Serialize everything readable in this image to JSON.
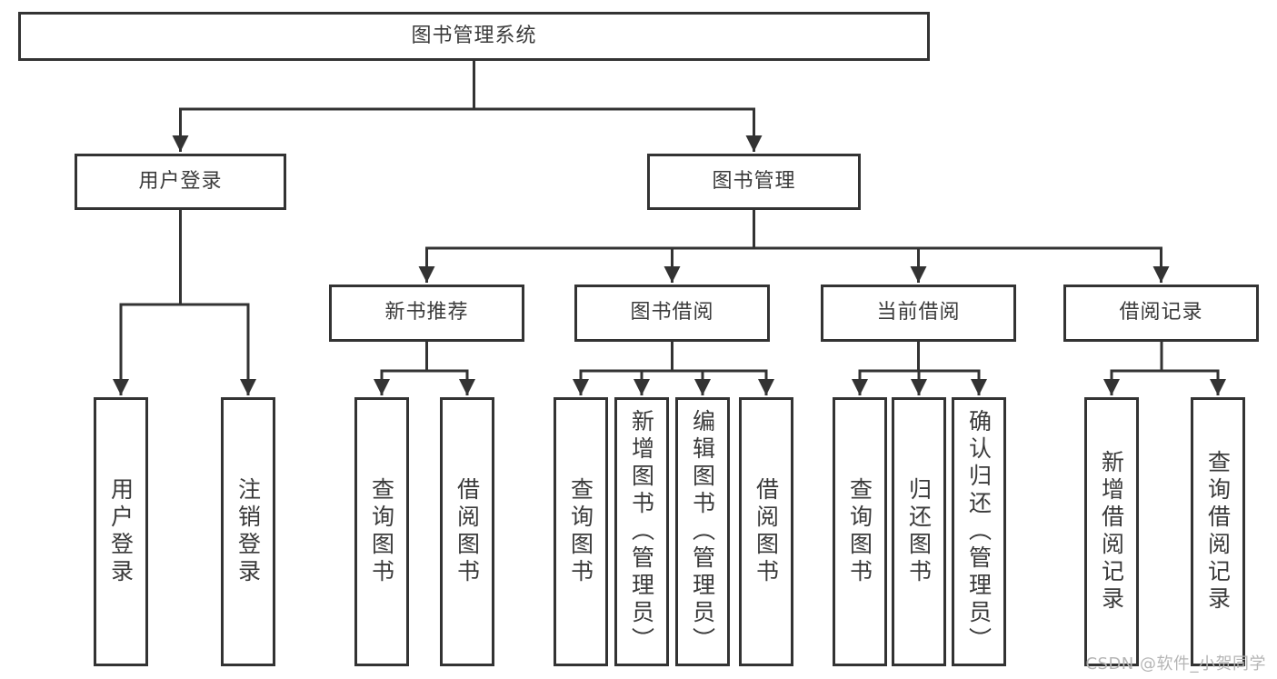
{
  "colors": {
    "line": "#333333",
    "box_border": "#333333",
    "text": "#3a3a3a",
    "watermark": "#b5b5b5",
    "background": "#ffffff"
  },
  "watermark": "CSDN @软件_小贺同学",
  "tree": {
    "label": "图书管理系统",
    "children": [
      {
        "label": "用户登录",
        "children": [
          {
            "label": "用户登录"
          },
          {
            "label": "注销登录"
          }
        ]
      },
      {
        "label": "图书管理",
        "children": [
          {
            "label": "新书推荐",
            "children": [
              {
                "label": "查询图书"
              },
              {
                "label": "借阅图书"
              }
            ]
          },
          {
            "label": "图书借阅",
            "children": [
              {
                "label": "查询图书"
              },
              {
                "label": "新增图书（管理员）"
              },
              {
                "label": "编辑图书（管理员）"
              },
              {
                "label": "借阅图书"
              }
            ]
          },
          {
            "label": "当前借阅",
            "children": [
              {
                "label": "查询图书"
              },
              {
                "label": "归还图书"
              },
              {
                "label": "确认归还（管理员）"
              }
            ]
          },
          {
            "label": "借阅记录",
            "children": [
              {
                "label": "新增借阅记录"
              },
              {
                "label": "查询借阅记录"
              }
            ]
          }
        ]
      }
    ]
  }
}
